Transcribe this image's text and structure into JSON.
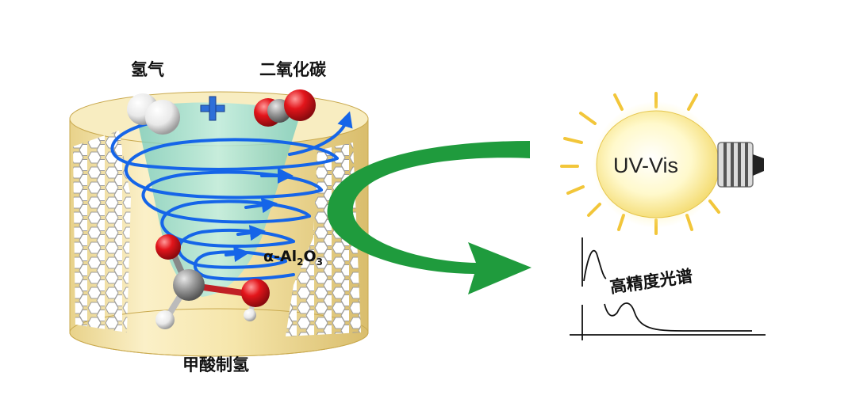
{
  "labels": {
    "hydrogen": "氢气",
    "co2": "二氧化碳",
    "plus": "+",
    "catalyst_prefix": "α-Al",
    "catalyst_sub1": "2",
    "catalyst_mid": "O",
    "catalyst_sub2": "3",
    "formic_acid": "甲酸制氢",
    "bulb_text": "UV-Vis",
    "spectrum": "高精度光谱"
  },
  "colors": {
    "cylinder_fill": "#f3e3a6",
    "cylinder_edge": "#c9a94e",
    "vortex": "#1565e8",
    "cone": "#8fd6c8",
    "arrow_green": "#1a9a3a",
    "bulb_glow": "#fff6b0",
    "ray": "#f2c63a",
    "oxygen": "#e3151b",
    "carbon": "#9a9a9a",
    "hydrogen_atom": "#ffffff"
  },
  "icons": [
    "lightbulb-icon",
    "hexagon-pattern",
    "molecule-icon",
    "spectrum-plot"
  ]
}
